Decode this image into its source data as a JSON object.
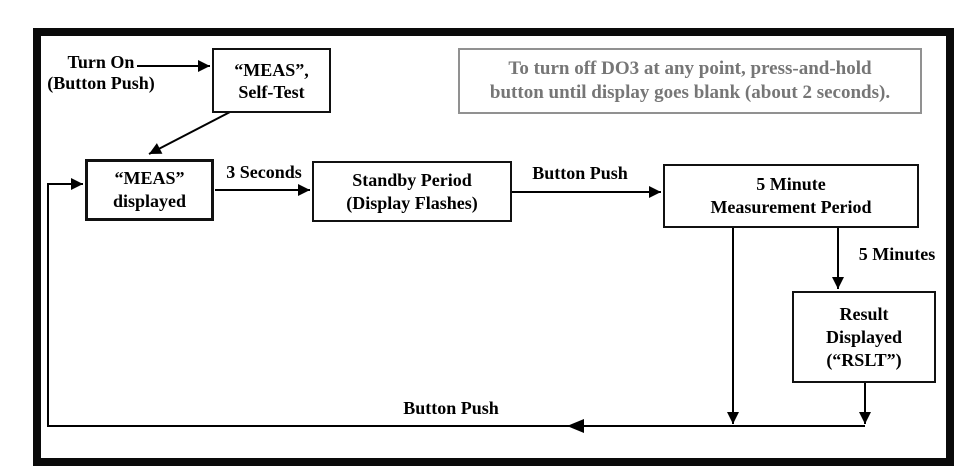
{
  "diagram": {
    "note": {
      "line1": "To turn off DO3 at any point, press-and-hold",
      "line2": "button until display goes blank (about 2 seconds)."
    },
    "start_label": {
      "line1": "Turn On",
      "line2": "(Button Push)"
    },
    "nodes": {
      "meas_selftest": {
        "line1": "“MEAS”,",
        "line2": "Self-Test"
      },
      "meas_displayed": {
        "line1": "“MEAS”",
        "line2": "displayed"
      },
      "standby": {
        "line1": "Standby Period",
        "line2": "(Display Flashes)"
      },
      "measurement": {
        "line1": "5 Minute",
        "line2": "Measurement Period"
      },
      "result": {
        "line1": "Result",
        "line2": "Displayed",
        "line3": "(“RSLT”)"
      }
    },
    "edge_labels": {
      "three_seconds": "3 Seconds",
      "button_push_top": "Button Push",
      "five_minutes": "5 Minutes",
      "button_push_bottom": "Button Push"
    },
    "colors": {
      "ink": "#000000",
      "note_gray": "#767676"
    }
  }
}
